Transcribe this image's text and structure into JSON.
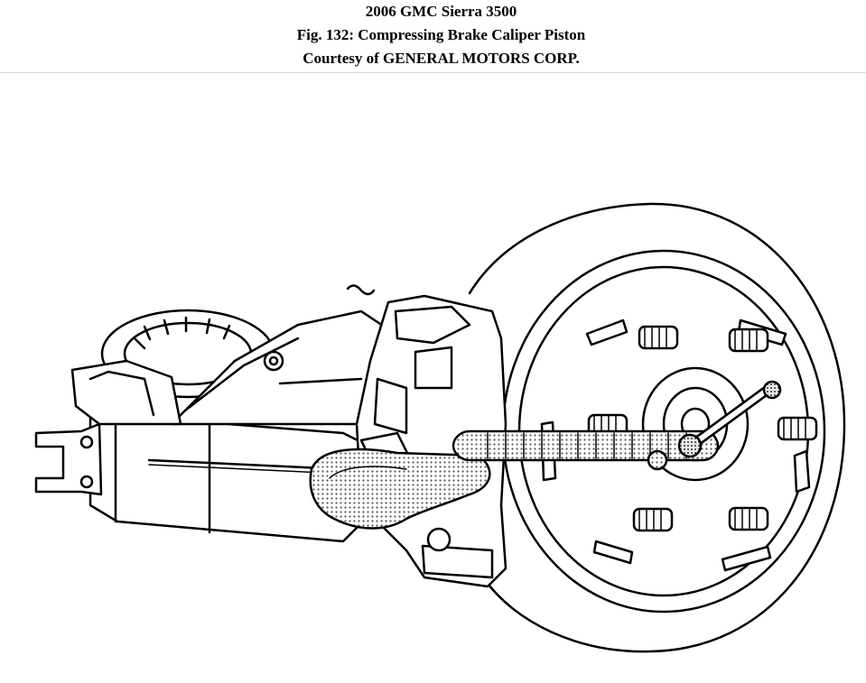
{
  "header": {
    "vehicle": "2006 GMC Sierra 3500",
    "figure_caption": "Fig. 132: Compressing Brake Caliper Piston",
    "courtesy": "Courtesy of GENERAL MOTORS CORP."
  },
  "figure": {
    "subject": "rear-axle-brake-assembly",
    "colors": {
      "line": "#000000",
      "background": "#ffffff",
      "stipple": "#7a7a7a"
    }
  }
}
